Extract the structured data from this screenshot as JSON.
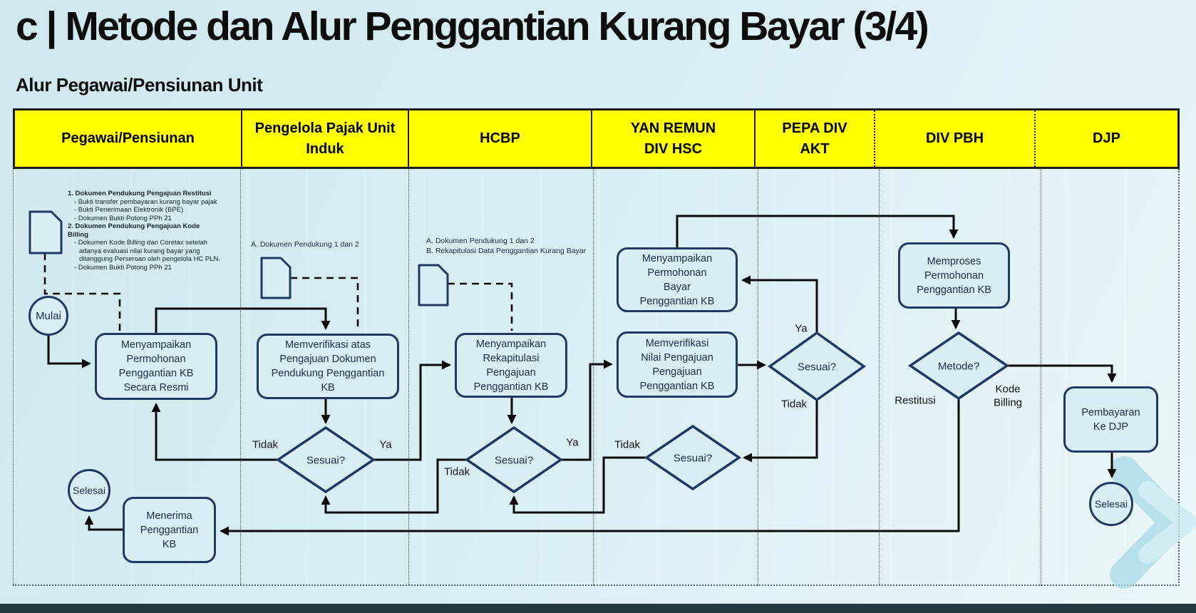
{
  "title": "c | Metode dan Alur Penggantian Kurang Bayar (3/4)",
  "subtitle": "Alur Pegawai/Pensiunan Unit",
  "colors": {
    "lane_header_bg": "#ffff00",
    "node_stroke": "#1f3864",
    "node_fill": "#d9eef3",
    "connector": "#0a0a0a",
    "page_bg": "#d8eef2",
    "bottom_strip": "#223a3e",
    "decor_chevron": "#a8d9e3"
  },
  "lanes": [
    {
      "label": "Pegawai/Pensiunan"
    },
    {
      "label": "Pengelola Pajak Unit Induk"
    },
    {
      "label": "HCBP"
    },
    {
      "label": "YAN REMUN DIV HSC"
    },
    {
      "label": "PEPA DIV AKT"
    },
    {
      "label": "DIV PBH"
    },
    {
      "label": "DJP"
    }
  ],
  "notes": {
    "pegawai_lines": [
      "1. Dokumen Pendukung Pengajuan Restitusi",
      "- Bukti transfer pembayaran kurang bayar pajak",
      "- Bukti Penerimaan Elektronik (BPE)",
      "- Dokumen Bukti Potong PPh 21",
      "2. Dokumen Pendukung Pengajuan Kode Billing",
      "- Dokumen Kode Billing dari Coretax setelah",
      "adanya evaluasi nilai kurang bayar yang",
      "ditanggung Perseroan oleh pengelola HC PLN.",
      "- Dokumen Bukti Potong PPh 21"
    ],
    "pengelola_a": "A. Dokumen Pendukung 1 dan 2",
    "hcbp_a": "A. Dokumen Pendukung 1 dan 2",
    "hcbp_b": "B. Rekapitulasi Data Penggantian Kurang Bayar"
  },
  "nodes": {
    "mulai": "Mulai",
    "selesai_pegawai": "Selesai",
    "menyampaikan_permohonan": "Menyampaikan Permohonan Penggantian KB Secara Resmi",
    "menerima_kb": "Menerima Penggantian KB",
    "memverifikasi_dokumen": "Memverifikasi atas Pengajuan Dokumen Pendukung Penggantian KB",
    "sesuai_pengelola": "Sesuai?",
    "menyampaikan_rekap": "Menyampaikan Rekapitulasi Pengajuan Penggantian KB",
    "sesuai_hcbp": "Sesuai?",
    "menyampaikan_bayar": "Menyampaikan Permohonan Bayar Penggantian KB",
    "memverifikasi_nilai": "Memverifikasi Nilai Pengajuan Pengajuan Penggantian KB",
    "sesuai_yanremun": "Sesuai?",
    "sesuai_pepa": "Sesuai?",
    "memproses": "Memproses Permohonan Penggantian KB",
    "metode": "Metode?",
    "pembayaran_djp": "Pembayaran Ke DJP",
    "selesai_djp": "Selesai"
  },
  "edge_labels": {
    "ya": "Ya",
    "tidak": "Tidak",
    "restitusi": "Restitusi",
    "kode_billing": "Kode\nBilling"
  }
}
